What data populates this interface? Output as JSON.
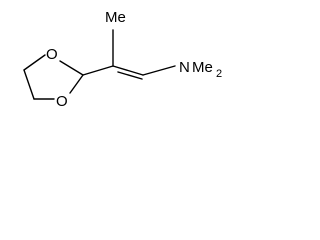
{
  "molecule": {
    "labels": {
      "methyl": "Me",
      "oxygen_upper": "O",
      "oxygen_lower": "O",
      "amine_n": "N",
      "amine_me": "Me",
      "amine_count": "2"
    },
    "bond_color": "#000000",
    "label_color": "#000000",
    "background": "#ffffff"
  }
}
